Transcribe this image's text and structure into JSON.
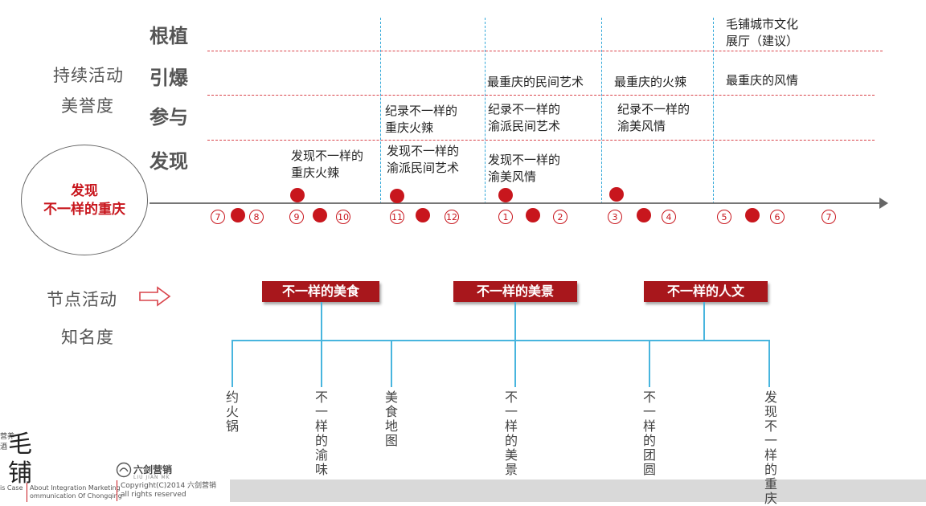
{
  "left_labels": {
    "sustained_line1": "持续活动",
    "sustained_line2": "美誉度",
    "node_line1": "节点活动",
    "node_line2": "知名度"
  },
  "levels": [
    "根植",
    "引爆",
    "参与",
    "发现"
  ],
  "circle": {
    "line1": "发现",
    "line2": "不一样的重庆"
  },
  "grid_cells": {
    "c1_discover": "发现不一样的重庆火辣",
    "c2_participate": "纪录不一样的重庆火辣",
    "c2_discover": "发现不一样的渝派民间艺术",
    "c3_ignite": "最重庆的民间艺术",
    "c3_participate": "纪录不一样的渝派民间艺术",
    "c3_discover": "发现不一样的渝美风情",
    "c4_ignite": "最重庆的火辣",
    "c4_participate": "纪录不一样的渝美风情",
    "c5_root": "毛铺城市文化展厅（建议）",
    "c5_ignite": "最重庆的风情"
  },
  "month_markers": [
    "7",
    "8",
    "9",
    "10",
    "11",
    "12",
    "1",
    "2",
    "3",
    "4",
    "5",
    "6",
    "7"
  ],
  "node_buttons": [
    "不一样的美食",
    "不一样的美景",
    "不一样的人文"
  ],
  "branches": [
    "约火锅",
    "不一样的渝味",
    "美食地图",
    "不一样的美景",
    "不一样的团圆",
    "发现不一样的重庆"
  ],
  "footer": {
    "logo_chars": "毛铺",
    "logo_side": "营养酒",
    "case_text": "is Case",
    "integration_line1": "About Integration Marketing",
    "integration_line2": "ommunication Of Chongqing",
    "brand_name": "六剑营销",
    "brand_sub": "LIU JIAN MK",
    "copyright": "Copyright(C)2014 六剑营销",
    "rights": "all rights reserved"
  },
  "colors": {
    "accent_red": "#c8161d",
    "button_red": "#a8171c",
    "line_blue": "#48b5de",
    "dash_red": "#d9434a"
  }
}
